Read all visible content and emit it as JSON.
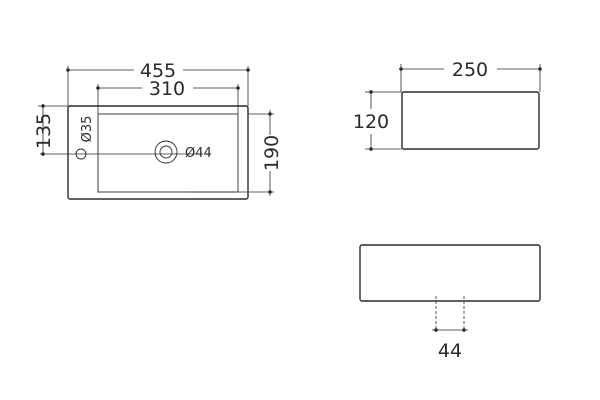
{
  "top_view": {
    "overall_width": "455",
    "basin_width": "310",
    "height_to_tap": "135",
    "overall_depth": "190",
    "tap_hole": "Ø35",
    "drain": "Ø44"
  },
  "side_view": {
    "width": "250",
    "height": "120"
  },
  "front_view": {
    "drain_width": "44"
  },
  "colors": {
    "line": "#2b2b2b",
    "background": "#ffffff"
  }
}
